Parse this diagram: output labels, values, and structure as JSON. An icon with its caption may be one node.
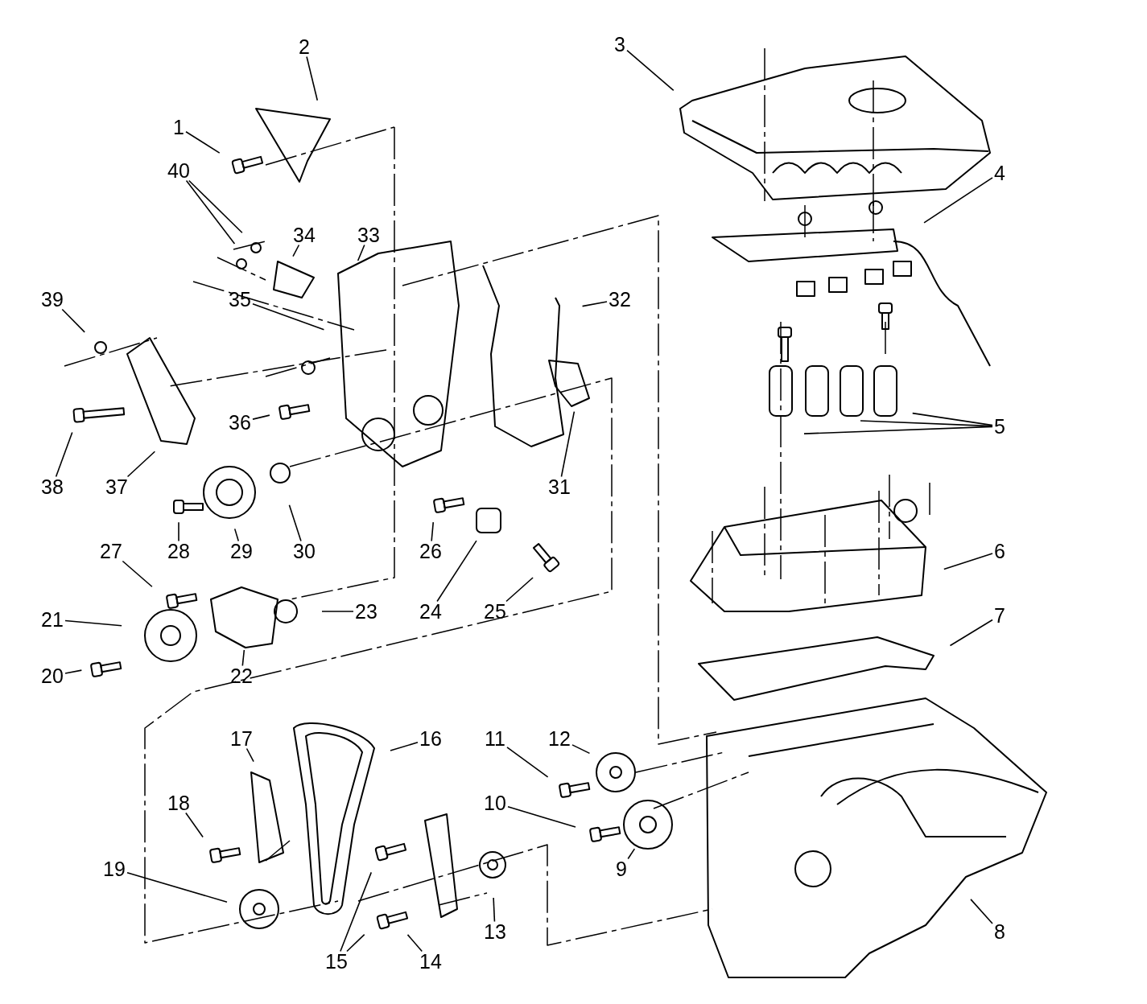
{
  "diagram": {
    "nodes": [
      {
        "text": [
          "2"
        ]
      },
      {
        "text": [
          "3"
        ]
      },
      {
        "text": [
          "1"
        ]
      },
      {
        "text": [
          "40"
        ]
      },
      {
        "text": [
          "4"
        ]
      },
      {
        "text": [
          "34"
        ]
      },
      {
        "text": [
          "33"
        ]
      },
      {
        "text": [
          "39"
        ]
      },
      {
        "text": [
          "35"
        ]
      },
      {
        "text": [
          "32"
        ]
      },
      {
        "text": [
          "36"
        ]
      },
      {
        "text": [
          "5"
        ]
      },
      {
        "text": [
          "38"
        ]
      },
      {
        "text": [
          "37"
        ]
      },
      {
        "text": [
          "31"
        ]
      },
      {
        "text": [
          "27"
        ]
      },
      {
        "text": [
          "28"
        ]
      },
      {
        "text": [
          "29"
        ]
      },
      {
        "text": [
          "30"
        ]
      },
      {
        "text": [
          "26"
        ]
      },
      {
        "text": [
          "6"
        ]
      },
      {
        "text": [
          "21"
        ]
      },
      {
        "text": [
          "23"
        ]
      },
      {
        "text": [
          "24"
        ]
      },
      {
        "text": [
          "25"
        ]
      },
      {
        "text": [
          "7"
        ]
      },
      {
        "text": [
          "20"
        ]
      },
      {
        "text": [
          "22"
        ]
      },
      {
        "text": [
          "17"
        ]
      },
      {
        "text": [
          "16"
        ]
      },
      {
        "text": [
          "11"
        ]
      },
      {
        "text": [
          "12"
        ]
      },
      {
        "text": [
          "18"
        ]
      },
      {
        "text": [
          "10"
        ]
      },
      {
        "text": [
          "19"
        ]
      },
      {
        "text": [
          "9"
        ]
      },
      {
        "text": [
          "13"
        ]
      },
      {
        "text": [
          "8"
        ]
      },
      {
        "text": [
          "15"
        ]
      },
      {
        "text": [
          "14"
        ]
      }
    ],
    "edges": [
      {
        "from": 0,
        "to": null,
        "arrow": "none"
      },
      {
        "from": 1,
        "to": null,
        "arrow": "none"
      },
      {
        "from": 2,
        "to": null,
        "arrow": "none"
      },
      {
        "from": 3,
        "to": null,
        "arrow": "none"
      },
      {
        "from": 3,
        "to": null,
        "arrow": "none"
      },
      {
        "from": 4,
        "to": null,
        "arrow": "none"
      },
      {
        "from": 5,
        "to": null,
        "arrow": "none"
      },
      {
        "from": 6,
        "to": null,
        "arrow": "none"
      },
      {
        "from": 7,
        "to": null,
        "arrow": "none"
      },
      {
        "from": 8,
        "to": null,
        "arrow": "none"
      },
      {
        "from": 9,
        "to": null,
        "arrow": "none"
      },
      {
        "from": 10,
        "to": null,
        "arrow": "none"
      },
      {
        "from": 11,
        "to": null,
        "arrow": "none"
      },
      {
        "from": 11,
        "to": null,
        "arrow": "none"
      },
      {
        "from": 11,
        "to": null,
        "arrow": "none"
      },
      {
        "from": 12,
        "to": null,
        "arrow": "none"
      },
      {
        "from": 13,
        "to": null,
        "arrow": "none"
      },
      {
        "from": 14,
        "to": null,
        "arrow": "none"
      },
      {
        "from": 15,
        "to": null,
        "arrow": "none"
      },
      {
        "from": 16,
        "to": null,
        "arrow": "none"
      },
      {
        "from": 17,
        "to": null,
        "arrow": "none"
      },
      {
        "from": 18,
        "to": null,
        "arrow": "none"
      },
      {
        "from": 19,
        "to": null,
        "arrow": "none"
      },
      {
        "from": 20,
        "to": null,
        "arrow": "none"
      },
      {
        "from": 21,
        "to": null,
        "arrow": "none"
      },
      {
        "from": 22,
        "to": null,
        "arrow": "none"
      },
      {
        "from": 23,
        "to": null,
        "arrow": "none"
      },
      {
        "from": 24,
        "to": null,
        "arrow": "none"
      },
      {
        "from": 25,
        "to": null,
        "arrow": "none"
      },
      {
        "from": 26,
        "to": null,
        "arrow": "none"
      },
      {
        "from": 27,
        "to": null,
        "arrow": "none"
      },
      {
        "from": 28,
        "to": null,
        "arrow": "none"
      },
      {
        "from": 29,
        "to": null,
        "arrow": "none"
      },
      {
        "from": 30,
        "to": null,
        "arrow": "none"
      },
      {
        "from": 31,
        "to": null,
        "arrow": "none"
      },
      {
        "from": 32,
        "to": null,
        "arrow": "none"
      },
      {
        "from": 33,
        "to": null,
        "arrow": "none"
      },
      {
        "from": 34,
        "to": null,
        "arrow": "none"
      },
      {
        "from": 35,
        "to": null,
        "arrow": "none"
      },
      {
        "from": 36,
        "to": null,
        "arrow": "none"
      },
      {
        "from": 37,
        "to": null,
        "arrow": "none"
      },
      {
        "from": 38,
        "to": null,
        "arrow": "none"
      },
      {
        "from": 38,
        "to": null,
        "arrow": "none"
      },
      {
        "from": 39,
        "to": null,
        "arrow": "none"
      }
    ]
  }
}
